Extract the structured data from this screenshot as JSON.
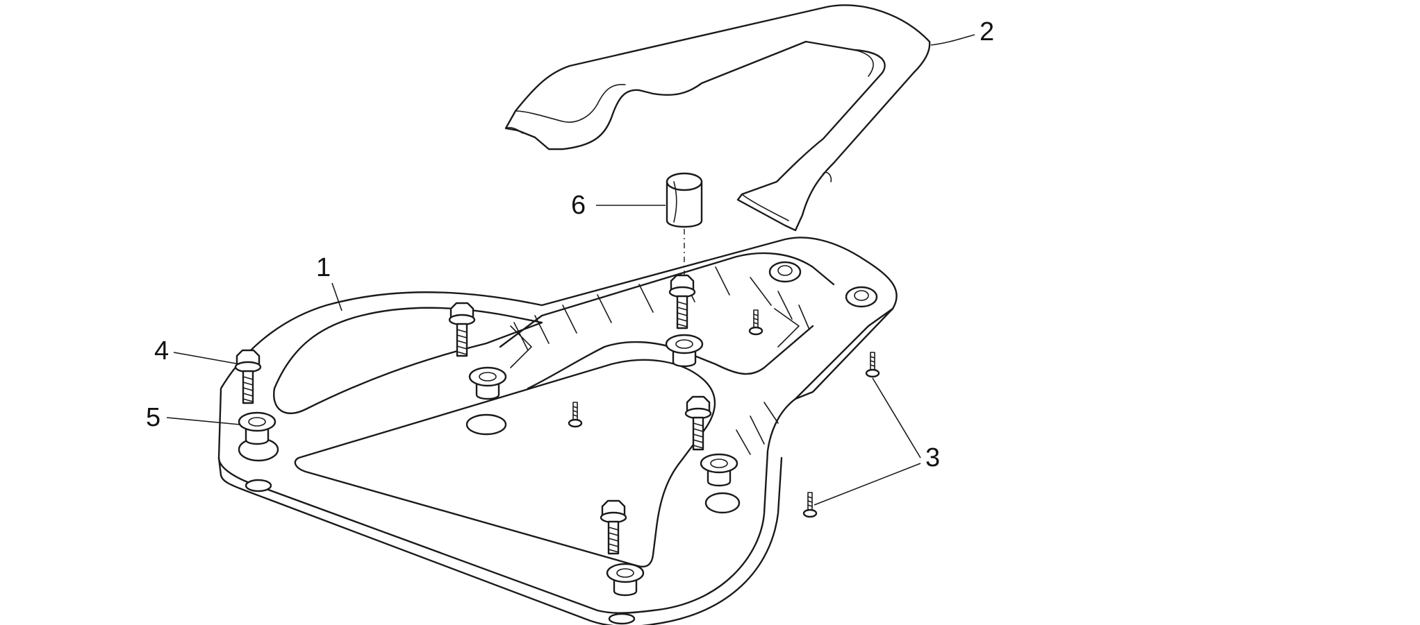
{
  "callouts": [
    {
      "id": "c1",
      "text": "1"
    },
    {
      "id": "c2",
      "text": "2"
    },
    {
      "id": "c3",
      "text": "3"
    },
    {
      "id": "c4",
      "text": "4"
    },
    {
      "id": "c5",
      "text": "5"
    },
    {
      "id": "c6",
      "text": "6"
    }
  ]
}
